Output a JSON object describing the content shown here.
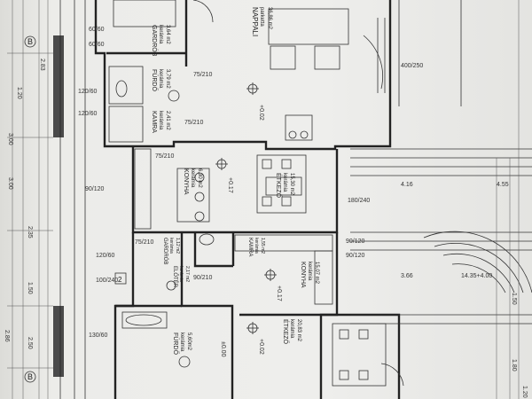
{
  "rooms": [
    {
      "name": "GARDRÓB",
      "floor": "kerámia",
      "area": "3,64 m2"
    },
    {
      "name": "NAPPALI",
      "floor": "parketta",
      "area": "36,86 m2"
    },
    {
      "name": "FÜRDŐ",
      "floor": "kerámia",
      "area": "3,79 m2"
    },
    {
      "name": "KAMRA",
      "floor": "kerámia",
      "area": "2,41 m2"
    },
    {
      "name": "KONYHA",
      "floor": "kerámia",
      "area": "6,30 m2"
    },
    {
      "name": "ÉTKEZŐ",
      "floor": "kerámia",
      "area": "15,30 m2"
    },
    {
      "name": "KAMRA",
      "floor": "kerámia",
      "area": "1,55 m2"
    },
    {
      "name": "KONYHA",
      "floor": "kerámia",
      "area": "15,07 m2"
    },
    {
      "name": "GARDRÓB",
      "floor": "kerámia",
      "area": "1,12 m2"
    },
    {
      "name": "ELŐTÉR",
      "floor": "kerámia",
      "area": "2,17 m2"
    },
    {
      "name": "FÜRDŐ",
      "floor": "kerámia",
      "area": "5,60m2"
    },
    {
      "name": "ÉTKEZŐ",
      "floor": "kerámia",
      "area": "20,83 m2"
    }
  ],
  "levels": [
    "+0.02",
    "+0.17",
    "+0.17",
    "+0.02",
    "±0.00"
  ],
  "openings": [
    "60/60",
    "75/210",
    "75/210",
    "120/60",
    "120/60",
    "75/210",
    "90/120",
    "75/210",
    "90/210",
    "100/240",
    "120/60",
    "130/60",
    "90/120",
    "90/120",
    "180/240",
    "400/250",
    "60/60"
  ],
  "dimensions": [
    "4.16",
    "4.55",
    "3.66",
    "2.83",
    "1.20",
    "3.00",
    "2.35",
    "1.50",
    "2.86",
    "2.50",
    "1.80",
    "14.35+4.00",
    "1.50",
    "3.00",
    "1.20"
  ],
  "section_mark": "2",
  "axis_marks": [
    "B",
    "B"
  ]
}
